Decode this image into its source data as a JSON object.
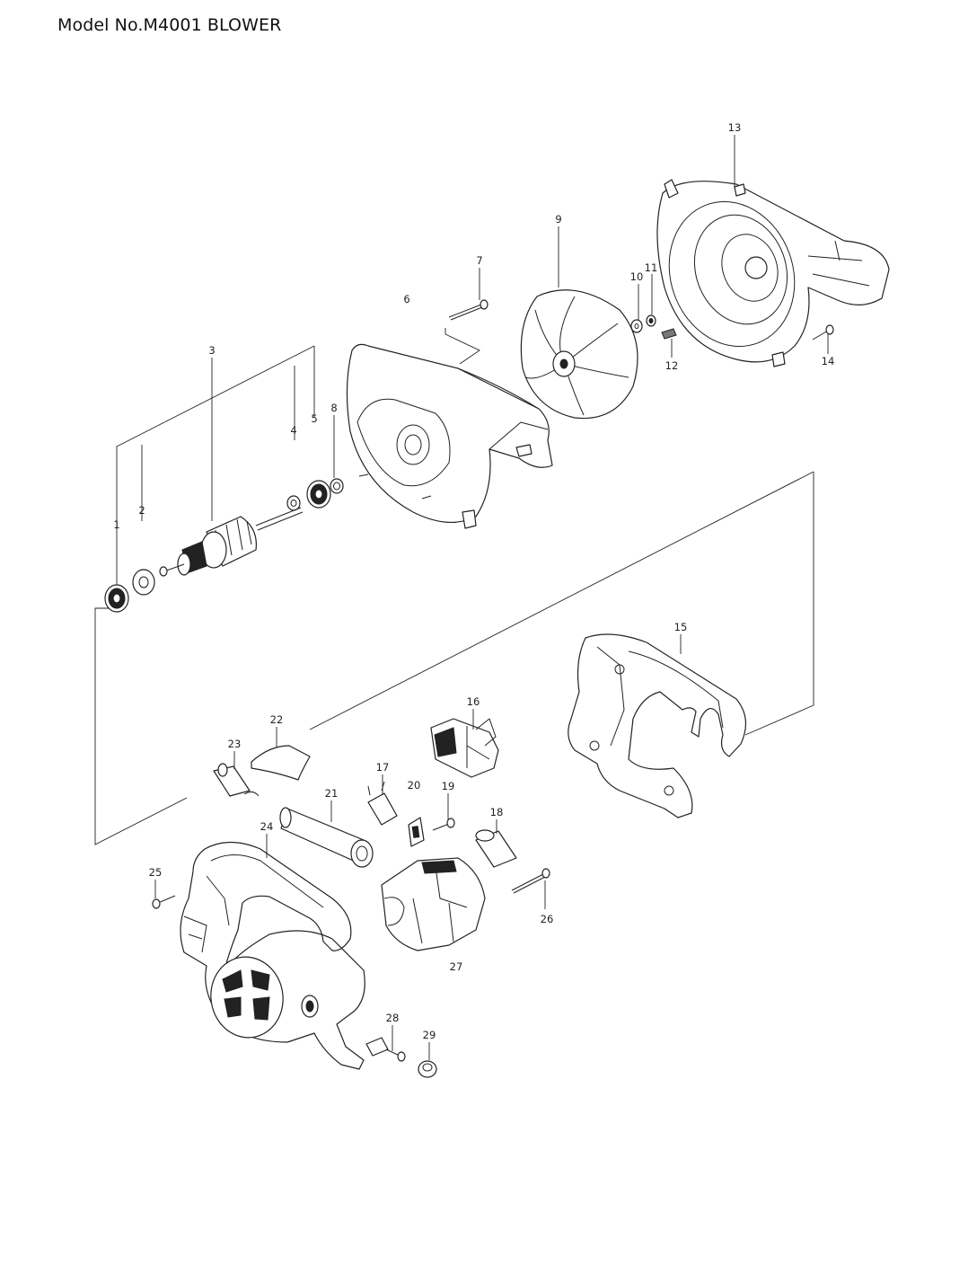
{
  "title": "Model No.M4001 BLOWER",
  "labels": {
    "p1": "1",
    "p2": "2",
    "p3": "3",
    "p4": "4",
    "p5": "5",
    "p6": "6",
    "p7": "7",
    "p8": "8",
    "p9": "9",
    "p10": "10",
    "p11": "11",
    "p12": "12",
    "p13": "13",
    "p14": "14",
    "p15": "15",
    "p16": "16",
    "p17": "17",
    "p18": "18",
    "p19": "19",
    "p20": "20",
    "p21": "21",
    "p22": "22",
    "p23": "23",
    "p24": "24",
    "p25": "25",
    "p26": "26",
    "p27": "27",
    "p28": "28",
    "p29": "29"
  }
}
